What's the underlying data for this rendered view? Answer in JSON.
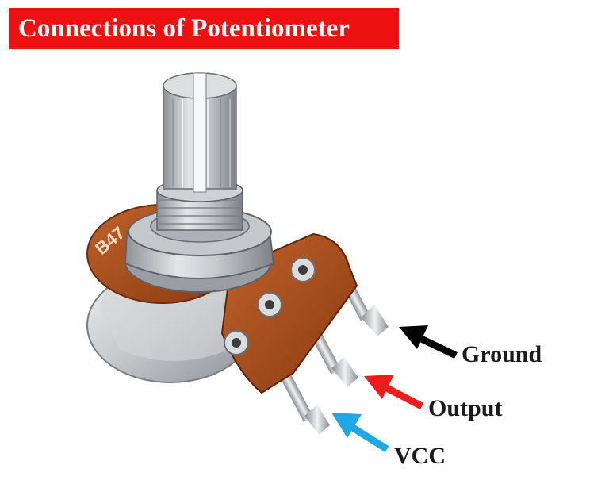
{
  "title": "Connections of Potentiometer",
  "body_marking": "B47",
  "pins": [
    {
      "label": "Ground",
      "arrow_color": "#000000"
    },
    {
      "label": "Output",
      "arrow_color": "#ee1c1c"
    },
    {
      "label": "VCC",
      "arrow_color": "#1fa7e6"
    }
  ],
  "colors": {
    "title_bg": "#ee1111",
    "title_text": "#ffffff",
    "pcb": "#a24a1a",
    "metal": "#b9bcc0",
    "label_text": "#1a1a1a"
  }
}
